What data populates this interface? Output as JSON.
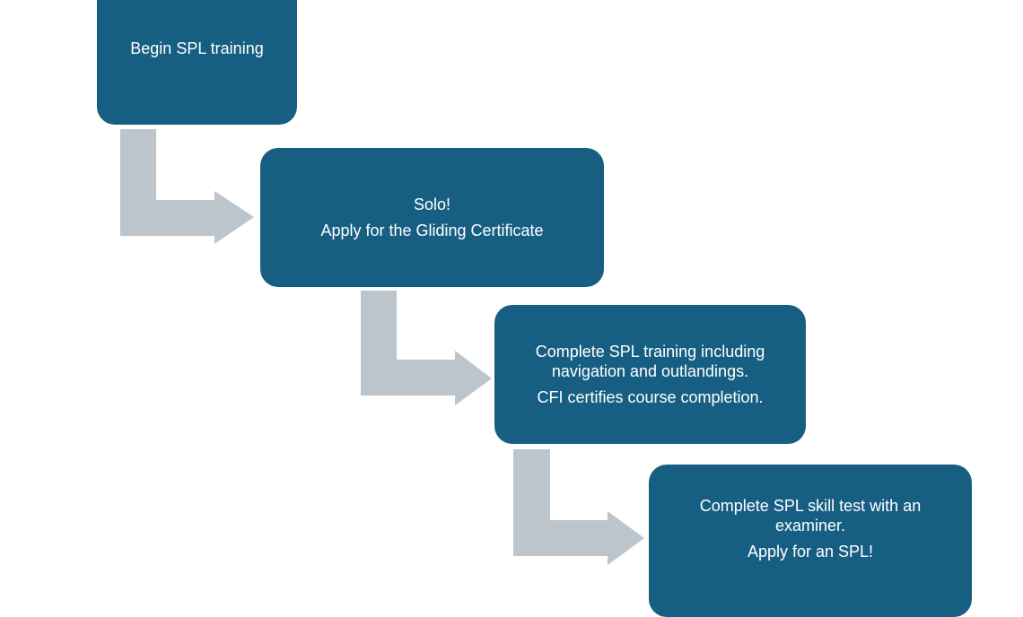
{
  "diagram": {
    "type": "step-process",
    "colors": {
      "box_fill": "#175f82",
      "box_text": "#ffffff",
      "arrow_fill": "#bcc4cc",
      "background": "#ffffff"
    },
    "steps": [
      {
        "lines": [
          "Begin SPL training"
        ]
      },
      {
        "lines": [
          "Solo!",
          "Apply for the Gliding Certificate"
        ]
      },
      {
        "lines": [
          "Complete SPL training including navigation and outlandings.",
          "CFI certifies course completion."
        ]
      },
      {
        "lines": [
          "Complete SPL skill test with an examiner.",
          "Apply for an SPL!"
        ]
      }
    ],
    "connectors": [
      {
        "from": 1,
        "to": 2,
        "icon": "bent-arrow-right-icon"
      },
      {
        "from": 2,
        "to": 3,
        "icon": "bent-arrow-right-icon"
      },
      {
        "from": 3,
        "to": 4,
        "icon": "bent-arrow-right-icon"
      }
    ]
  }
}
